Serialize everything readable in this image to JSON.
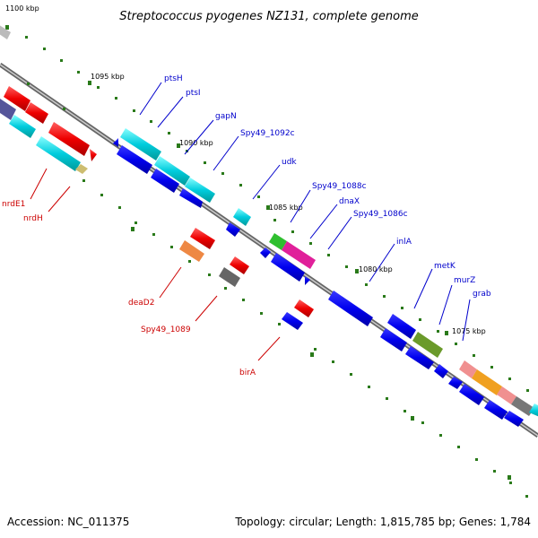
{
  "title": "Streptococcus pyogenes NZ131, complete genome",
  "footer": {
    "accession": "Accession: NC_011375",
    "summary": "Topology: circular; Length: 1,815,785 bp; Genes: 1,784"
  },
  "scale_labels": [
    "1100 kbp",
    "1095 kbp",
    "1090 kbp",
    "1085 kbp",
    "1080 kbp",
    "1075 kbp"
  ],
  "genes_upper": [
    "ptsH",
    "ptsI",
    "gapN",
    "Spy49_1092c",
    "udk",
    "Spy49_1088c",
    "dnaX",
    "Spy49_1086c",
    "inlA",
    "metK",
    "murZ",
    "grab"
  ],
  "genes_lower": [
    "nrdE1",
    "nrdH",
    "deaD2",
    "Spy49_1089",
    "birA"
  ],
  "colors": {
    "backbone": "#888888",
    "tick": "#2a7a1a",
    "forward_label": "#0000cc",
    "reverse_label": "#cc0000"
  }
}
